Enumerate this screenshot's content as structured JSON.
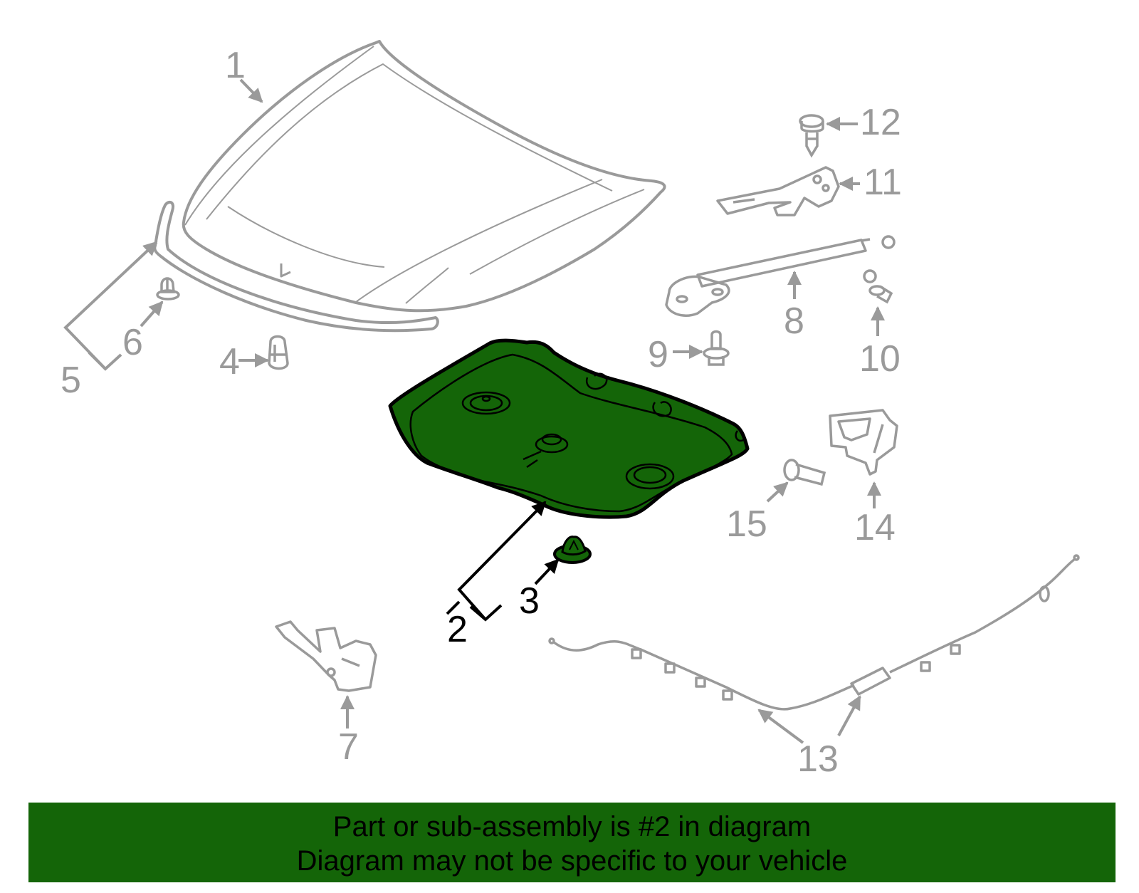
{
  "diagram": {
    "highlight_color": "#146508",
    "line_color_muted": "#9a9a9a",
    "line_color_highlight": "#000000",
    "callouts": [
      {
        "id": "1",
        "label": "1",
        "part": "hood-panel-icon",
        "highlighted": false
      },
      {
        "id": "2",
        "label": "2",
        "part": "hood-insulator-icon",
        "highlighted": true
      },
      {
        "id": "3",
        "label": "3",
        "part": "insulator-clip-icon",
        "highlighted": true
      },
      {
        "id": "4",
        "label": "4",
        "part": "bumper-stop-icon",
        "highlighted": false
      },
      {
        "id": "5",
        "label": "5",
        "part": "hood-seal-icon",
        "highlighted": false
      },
      {
        "id": "6",
        "label": "6",
        "part": "seal-clip-icon",
        "highlighted": false
      },
      {
        "id": "7",
        "label": "7",
        "part": "release-handle-icon",
        "highlighted": false
      },
      {
        "id": "8",
        "label": "8",
        "part": "lift-support-strut-icon",
        "highlighted": false
      },
      {
        "id": "9",
        "label": "9",
        "part": "strut-bolt-icon",
        "highlighted": false
      },
      {
        "id": "10",
        "label": "10",
        "part": "ball-stud-icon",
        "highlighted": false
      },
      {
        "id": "11",
        "label": "11",
        "part": "hood-hinge-icon",
        "highlighted": false
      },
      {
        "id": "12",
        "label": "12",
        "part": "hinge-bolt-icon",
        "highlighted": false
      },
      {
        "id": "13",
        "label": "13",
        "part": "release-cable-icon",
        "highlighted": false
      },
      {
        "id": "14",
        "label": "14",
        "part": "hood-latch-icon",
        "highlighted": false
      },
      {
        "id": "15",
        "label": "15",
        "part": "latch-bolt-icon",
        "highlighted": false
      }
    ]
  },
  "banner": {
    "line1": "Part or sub-assembly is #2 in diagram",
    "line2": "Diagram may not be specific to your vehicle",
    "background": "#146508"
  }
}
